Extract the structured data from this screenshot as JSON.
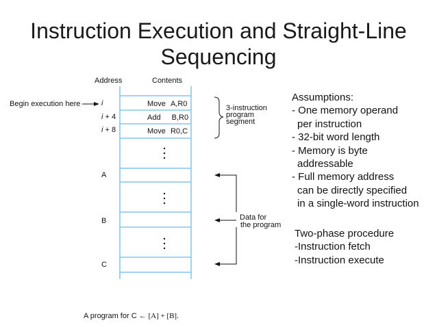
{
  "title_line1": "Instruction Execution and Straight-Line",
  "title_line2": "Sequencing",
  "col_address": "Address",
  "col_contents": "Contents",
  "begin_label": "Begin execution here",
  "rows": [
    {
      "addr": "i",
      "op": "Move",
      "args": "A,R0"
    },
    {
      "addr": "i + 4",
      "op": "Add",
      "args": "B,R0"
    },
    {
      "addr": "i + 8",
      "op": "Move",
      "args": "R0,C"
    }
  ],
  "data_addrs": [
    "A",
    "B",
    "C"
  ],
  "segment_label": [
    "3-instruction",
    "program",
    "segment"
  ],
  "data_label": [
    "Data for",
    "the program"
  ],
  "assumptions": [
    "Assumptions:",
    "- One memory operand",
    "  per instruction",
    "- 32-bit word length",
    "- Memory is byte",
    "  addressable",
    "- Full memory address",
    "  can be directly specified",
    "  in a single-word instruction"
  ],
  "two_phase": [
    "Two-phase procedure",
    "-Instruction fetch",
    "-Instruction execute"
  ],
  "caption_text": "A program for C",
  "caption_formula": "← [A] + [B]."
}
